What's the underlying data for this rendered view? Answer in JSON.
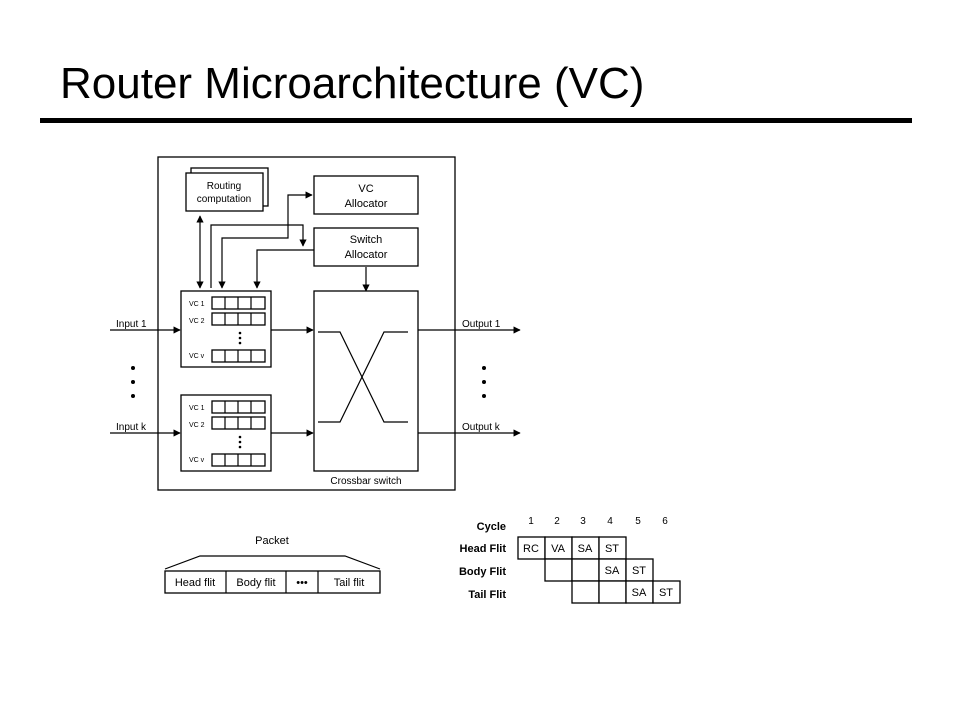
{
  "title": "Router Microarchitecture (VC)",
  "router": {
    "routing_line1": "Routing",
    "routing_line2": "computation",
    "vc_alloc_line1": "VC",
    "vc_alloc_line2": "Allocator",
    "switch_alloc_line1": "Switch",
    "switch_alloc_line2": "Allocator",
    "input_1": "Input 1",
    "input_k": "Input k",
    "output_1": "Output 1",
    "output_k": "Output k",
    "vc1": "VC 1",
    "vc2": "VC 2",
    "vcv": "VC v",
    "crossbar": "Crossbar switch"
  },
  "packet": {
    "title": "Packet",
    "flits": [
      "Head flit",
      "Body flit",
      "•••",
      "Tail flit"
    ]
  },
  "pipeline": {
    "cycle_label": "Cycle",
    "cycles": [
      "1",
      "2",
      "3",
      "4",
      "5",
      "6"
    ],
    "rows": [
      {
        "label": "Head Flit",
        "cells": [
          "RC",
          "VA",
          "SA",
          "ST",
          "",
          ""
        ]
      },
      {
        "label": "Body Flit",
        "cells": [
          "",
          "",
          "",
          "SA",
          "ST",
          ""
        ]
      },
      {
        "label": "Tail Flit",
        "cells": [
          "",
          "",
          "",
          "",
          "SA",
          "ST"
        ]
      }
    ]
  }
}
